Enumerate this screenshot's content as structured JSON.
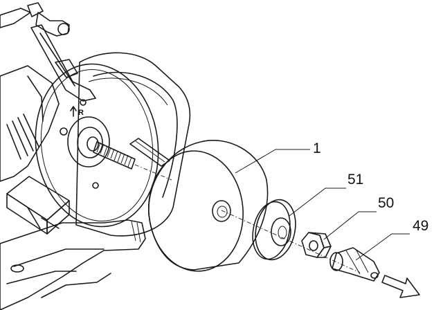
{
  "figure": {
    "callouts": [
      {
        "id": "wheel",
        "label": "1"
      },
      {
        "id": "flange",
        "label": "51"
      },
      {
        "id": "nut",
        "label": "50"
      },
      {
        "id": "knob",
        "label": "49"
      }
    ],
    "motor_mark": "R",
    "arrow_color": "#4d4d4d",
    "wheel_fill": "#d8d8d8",
    "part_fill": "#cfcfcf"
  }
}
